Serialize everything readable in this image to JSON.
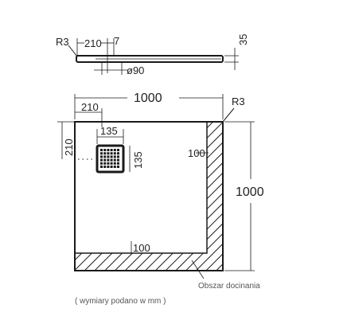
{
  "colors": {
    "line": "#1a1a1a",
    "hatch": "#1a1a1a",
    "text": "#222222",
    "note": "#555555"
  },
  "side_view": {
    "radius": "R3",
    "offset": "210",
    "gap": "7",
    "drain": "ø90",
    "thickness": "35"
  },
  "top_view": {
    "width": "1000",
    "height": "1000",
    "radius": "R3",
    "offset_x": "210",
    "offset_y": "210",
    "drain_w": "135",
    "drain_h": "135",
    "cut_right": "100",
    "cut_bottom": "100"
  },
  "cut_label": "Obszar docinania",
  "units_note": "( wymiary podano w mm )"
}
